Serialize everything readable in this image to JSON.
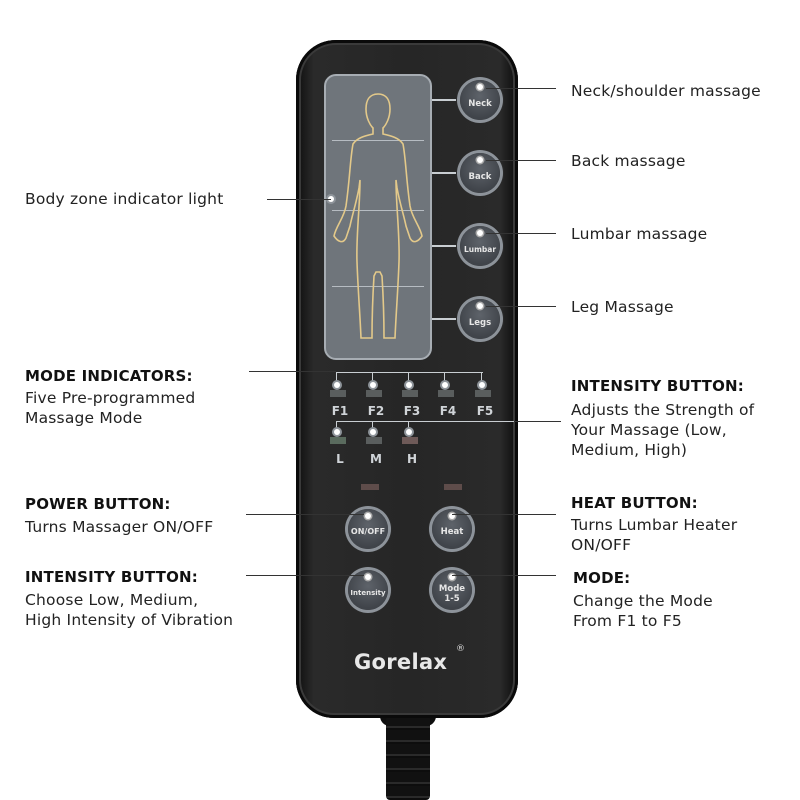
{
  "product": {
    "brand": "Gorelax",
    "registered_mark": "®"
  },
  "zone_buttons": [
    {
      "label": "Neck"
    },
    {
      "label": "Back"
    },
    {
      "label": "Lumbar"
    },
    {
      "label": "Legs"
    }
  ],
  "mode_indicators": [
    "F1",
    "F2",
    "F3",
    "F4",
    "F5"
  ],
  "intensity_indicators": [
    "L",
    "M",
    "H"
  ],
  "control_buttons": {
    "power": "ON/OFF",
    "heat": "Heat",
    "intensity": "Intensity",
    "mode_line1": "Mode",
    "mode_line2": "1-5"
  },
  "callouts": {
    "neck": "Neck/shoulder massage",
    "back": "Back massage",
    "lumbar": "Lumbar massage",
    "legs": "Leg Massage",
    "body_zone": "Body zone indicator light",
    "mode_indicators": {
      "heading": "MODE INDICATORS:",
      "line1": "Five Pre-programmed",
      "line2": "Massage Mode"
    },
    "intensity_right": {
      "heading": "INTENSITY BUTTON:",
      "line1": "Adjusts the Strength of",
      "line2": "Your Massage (Low,",
      "line3": "Medium, High)"
    },
    "power": {
      "heading": "POWER BUTTON:",
      "line1": "Turns Massager ON/OFF"
    },
    "heat": {
      "heading": "HEAT BUTTON:",
      "line1": "Turns Lumbar Heater",
      "line2": "ON/OFF"
    },
    "intensity_left": {
      "heading": "INTENSITY BUTTON:",
      "line1": "Choose Low, Medium,",
      "line2": "High Intensity of Vibration"
    },
    "mode": {
      "heading": "MODE:",
      "line1": "Change the Mode",
      "line2": "From F1 to F5"
    }
  },
  "colors": {
    "remote_body": "#262626",
    "panel": "#6f757b",
    "body_outline": "#e3c98a",
    "text": "#222222"
  }
}
